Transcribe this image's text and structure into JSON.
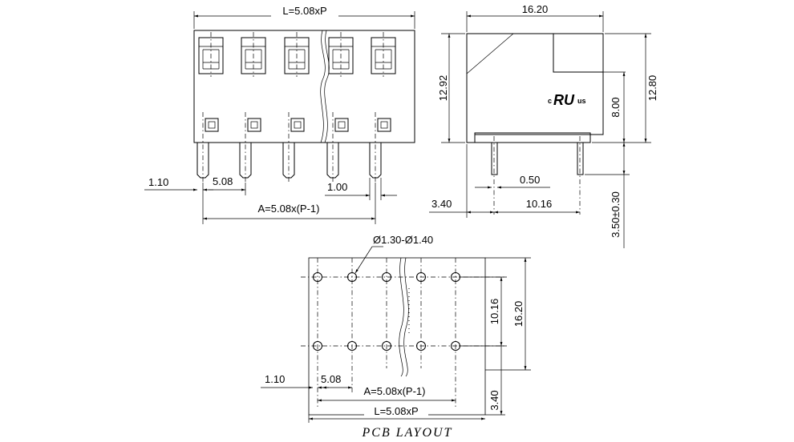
{
  "front_view": {
    "length_label": "L=5.08xP",
    "pin_width_label": "1.10",
    "pitch_label": "5.08",
    "pin_thickness_label": "1.00",
    "pin_span_label": "A=5.08x(P-1)"
  },
  "side_view": {
    "width_label": "16.20",
    "height_label": "12.92",
    "height_right_label": "12.80",
    "upper_height_label": "8.00",
    "pin_thickness_label": "0.50",
    "offset_label": "3.40",
    "row_pitch_label": "10.16",
    "pin_length_label": "3.50±0.30",
    "cert_mark": {
      "prefix": "c",
      "logo": "RU",
      "suffix": "us"
    }
  },
  "pcb_layout": {
    "hole_label": "Ø1.30-Ø1.40",
    "row_pitch_label": "10.16",
    "depth_label": "16.20",
    "pin_width_label": "1.10",
    "pitch_label": "5.08",
    "span_label": "A=5.08x(P-1)",
    "length_label": "L=5.08xP",
    "offset_label": "3.40",
    "caption": "PCB LAYOUT"
  }
}
